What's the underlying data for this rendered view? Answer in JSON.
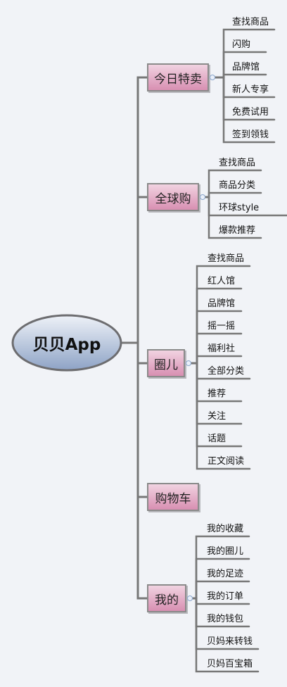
{
  "root": {
    "label": "贝贝App"
  },
  "branches": [
    {
      "label": "今日特卖",
      "items": [
        "查找商品",
        "闪购",
        "品牌馆",
        "新人专享",
        "免费试用",
        "签到领钱"
      ]
    },
    {
      "label": "全球购",
      "items": [
        "查找商品",
        "商品分类",
        "环球style",
        "爆款推荐"
      ]
    },
    {
      "label": "圈儿",
      "items": [
        "查找商品",
        "红人馆",
        "品牌馆",
        "摇一摇",
        "福利社",
        "全部分类",
        "推荐",
        "关注",
        "话题",
        "正文阅读"
      ]
    },
    {
      "label": "购物车",
      "items": []
    },
    {
      "label": "我的",
      "items": [
        "我的收藏",
        "我的圈儿",
        "我的足迹",
        "我的订单",
        "我的钱包",
        "贝妈来转钱",
        "贝妈百宝箱"
      ]
    }
  ]
}
